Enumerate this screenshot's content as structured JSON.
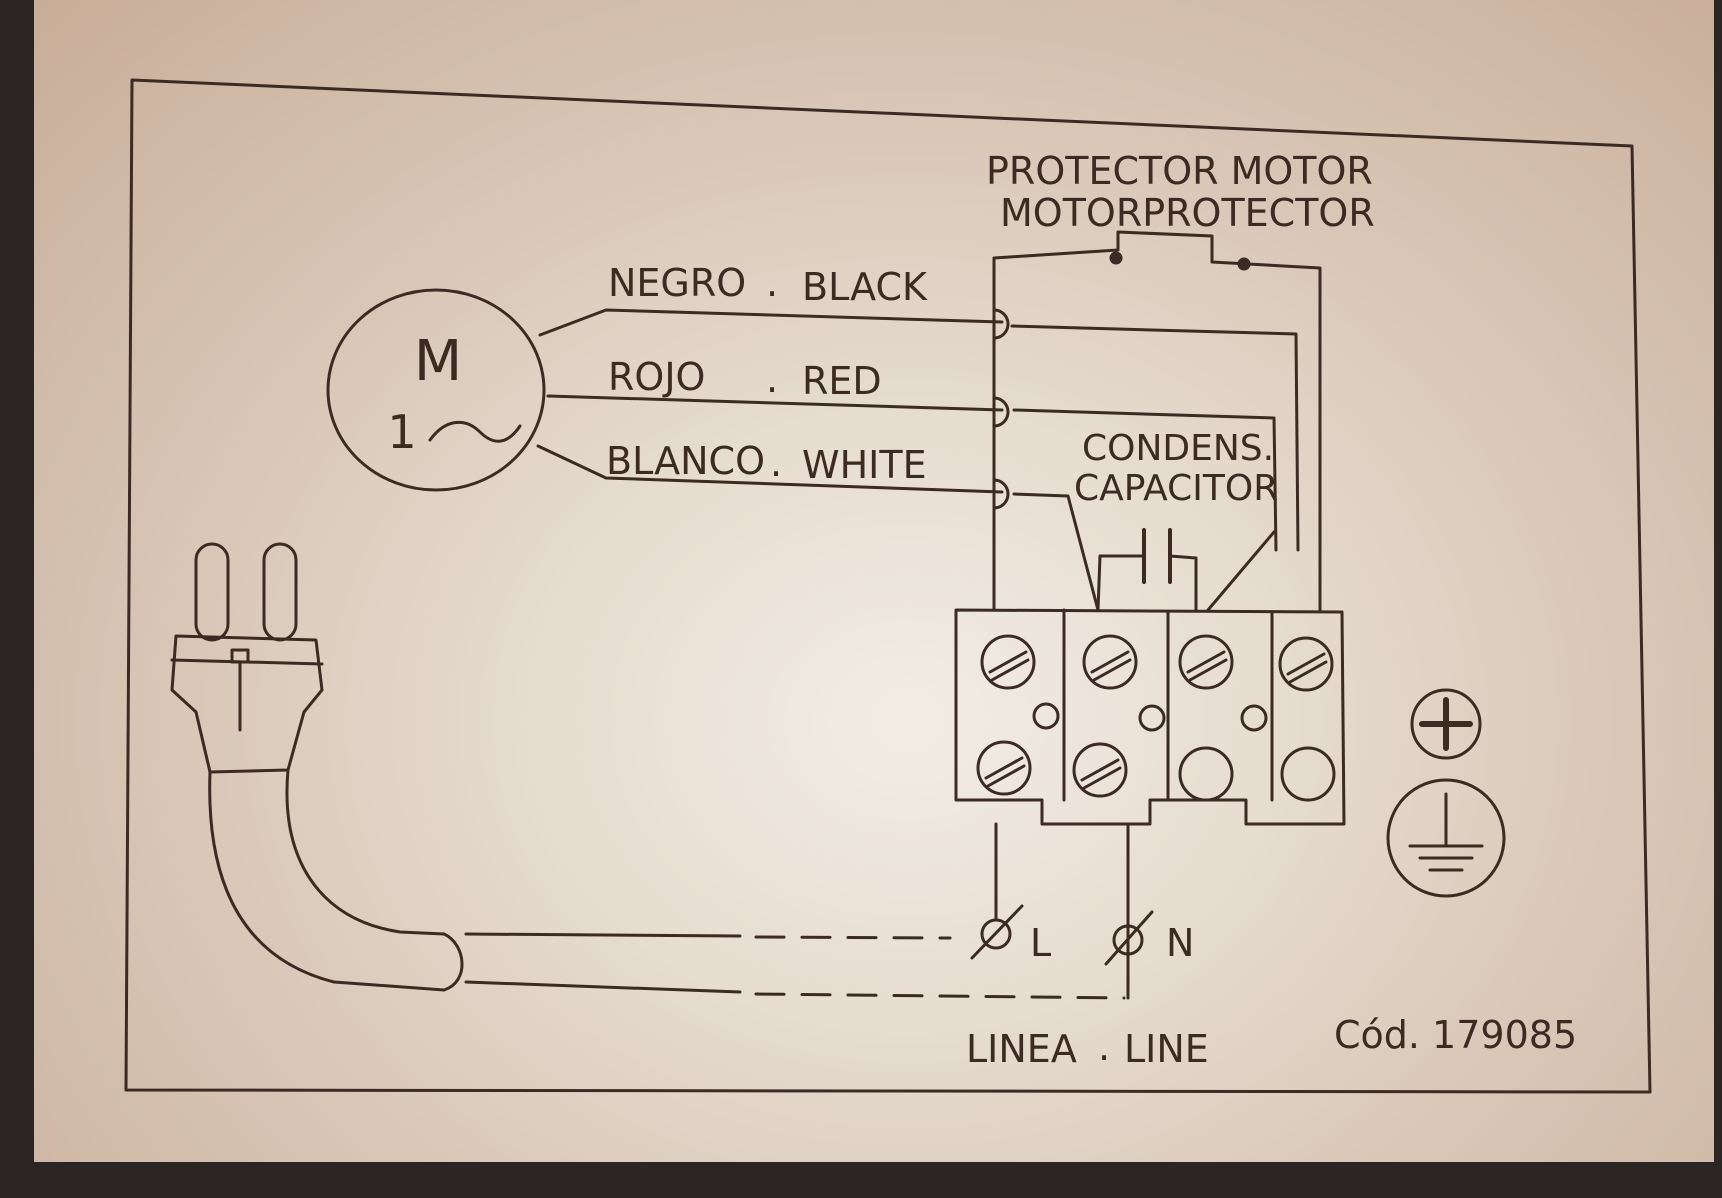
{
  "motor": {
    "symbol": "M",
    "phase_number": "1"
  },
  "protector": {
    "label_es": "PROTECTOR MOTOR",
    "label_en": "MOTORPROTECTOR"
  },
  "wires": [
    {
      "es": "NEGRO",
      "sep": ".",
      "en": "BLACK"
    },
    {
      "es": "ROJO",
      "sep": ".",
      "en": "RED"
    },
    {
      "es": "BLANCO",
      "sep": ".",
      "en": "WHITE"
    }
  ],
  "capacitor": {
    "label_es": "CONDENS.",
    "label_en": "CAPACITOR"
  },
  "terminals": {
    "line": "L",
    "neutral": "N"
  },
  "line_label": {
    "es": "LINEA",
    "sep": ".",
    "en": "LINE"
  },
  "code": "Cód. 179085",
  "colors": {
    "ink": "#3b2b22",
    "paper": "#eee6dc"
  }
}
